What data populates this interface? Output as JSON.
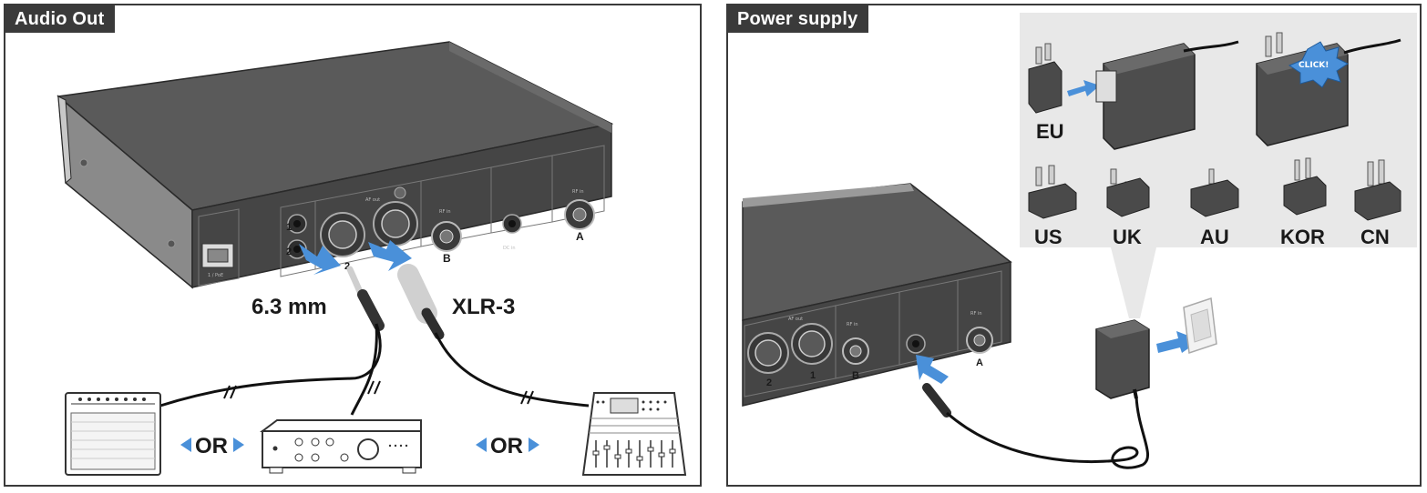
{
  "panels": {
    "audio_out": {
      "title": "Audio Out",
      "cable_labels": {
        "jack": "6.3 mm",
        "xlr": "XLR-3"
      },
      "or_label": "OR",
      "port_labels": {
        "port1": "1",
        "port2": "2",
        "port_b": "B",
        "port_a": "A"
      }
    },
    "power_supply": {
      "title": "Power supply",
      "click_label": "CLICK!",
      "adapters": {
        "eu": "EU",
        "us": "US",
        "uk": "UK",
        "au": "AU",
        "kor": "KOR",
        "cn": "CN"
      },
      "port_labels": {
        "port2": "2",
        "port1": "1",
        "port_b": "B",
        "port_a": "A"
      }
    }
  },
  "colors": {
    "frame": "#3a3a3a",
    "device": "#4d4d4d",
    "device_top": "#5c5c5c",
    "arrow": "#4a90d9",
    "inset_bg": "#e8e8e8"
  },
  "icons": [
    "receiver-device",
    "jack-plug",
    "xlr-plug",
    "guitar-amplifier",
    "hifi-amplifier",
    "mixing-desk",
    "power-adapter",
    "wall-socket",
    "plug-adapter",
    "arrow"
  ]
}
